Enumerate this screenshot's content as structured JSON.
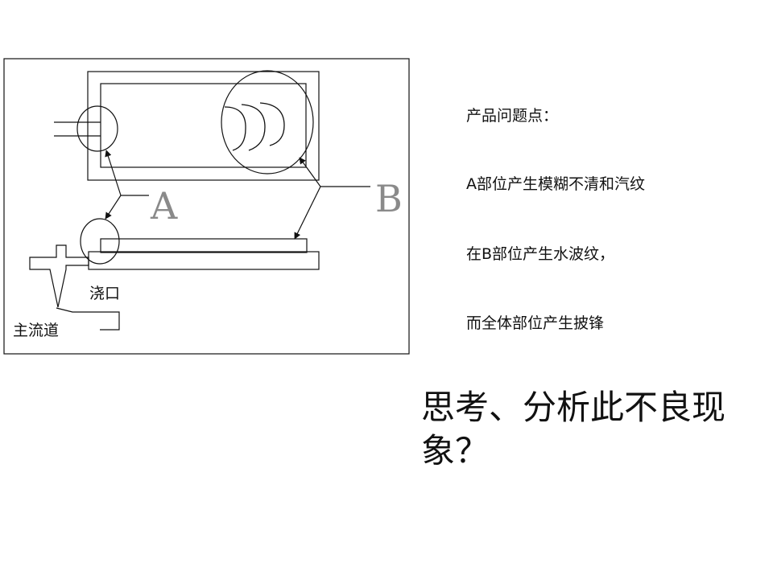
{
  "diagram": {
    "label_a": "A",
    "label_b": "B",
    "gate_label": "浇口",
    "runner_label": "主流道"
  },
  "notes": {
    "title": "产品问题点：",
    "item_1": "A部位产生模糊不清和汽纹",
    "item_2": "在B部位产生水波纹，",
    "item_3": "而全体部位产生披锋"
  },
  "question": "思考、分析此不良现象？"
}
